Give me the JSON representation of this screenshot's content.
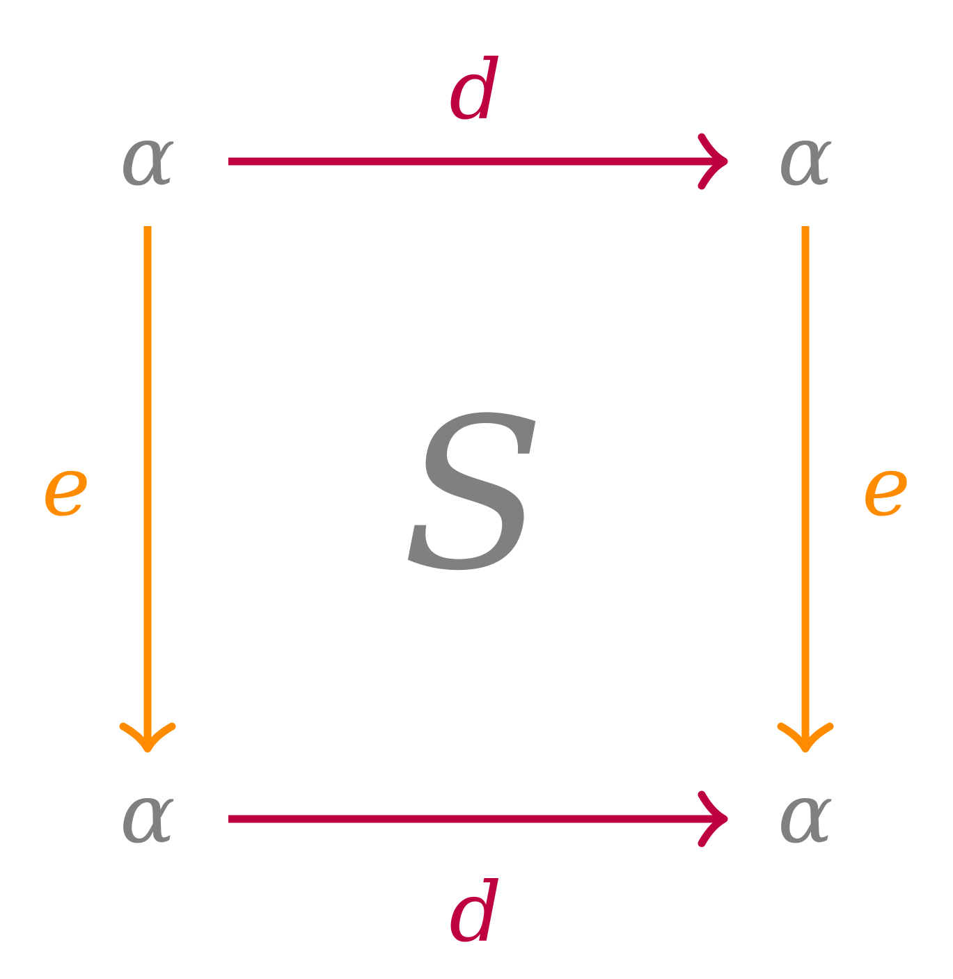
{
  "colors": {
    "node": "#808080",
    "horizontal_arrow": "#bf0040",
    "vertical_arrow": "#ff8c00",
    "background": "#ffffff"
  },
  "nodes": {
    "top_left": "α",
    "top_right": "α",
    "bottom_left": "α",
    "bottom_right": "α"
  },
  "arrows": {
    "top": "d",
    "bottom": "d",
    "left": "e",
    "right": "e"
  },
  "center": "S"
}
